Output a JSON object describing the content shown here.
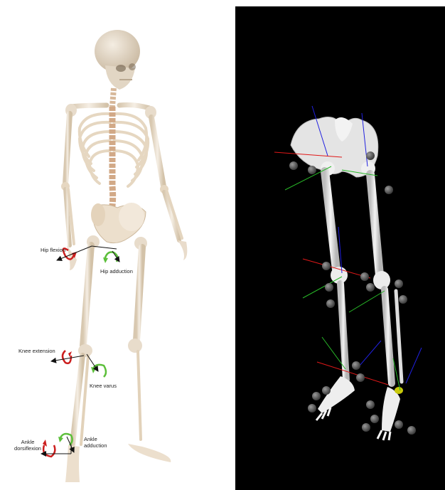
{
  "annotations": {
    "hip_flexion": "Hip flexion",
    "hip_adduction": "Hip adduction",
    "knee_extension": "Knee extension",
    "knee_varus": "Knee varus",
    "ankle_dorsiflexion_line1": "Ankle",
    "ankle_dorsiflexion_line2": "dorsiflexion",
    "ankle_adduction_line1": "Ankle",
    "ankle_adduction_line2": "adduction"
  },
  "colors": {
    "flexion_arrow": "#cc1f1f",
    "adduction_arrow": "#5cbf3a",
    "bone": "#efe6d8",
    "model_background": "#000000",
    "model_bone": "#e8e8e8",
    "axis_red": "#e01818",
    "axis_green": "#28b828",
    "axis_blue": "#2020e0",
    "marker_gray": "#6a6a6a",
    "highlight_yellow": "#c8c80a"
  },
  "icons": {
    "rotation_flexion": "red-curved-arrow-icon",
    "rotation_adduction": "green-curved-arrow-icon",
    "direction_vector": "black-arrow-icon"
  }
}
